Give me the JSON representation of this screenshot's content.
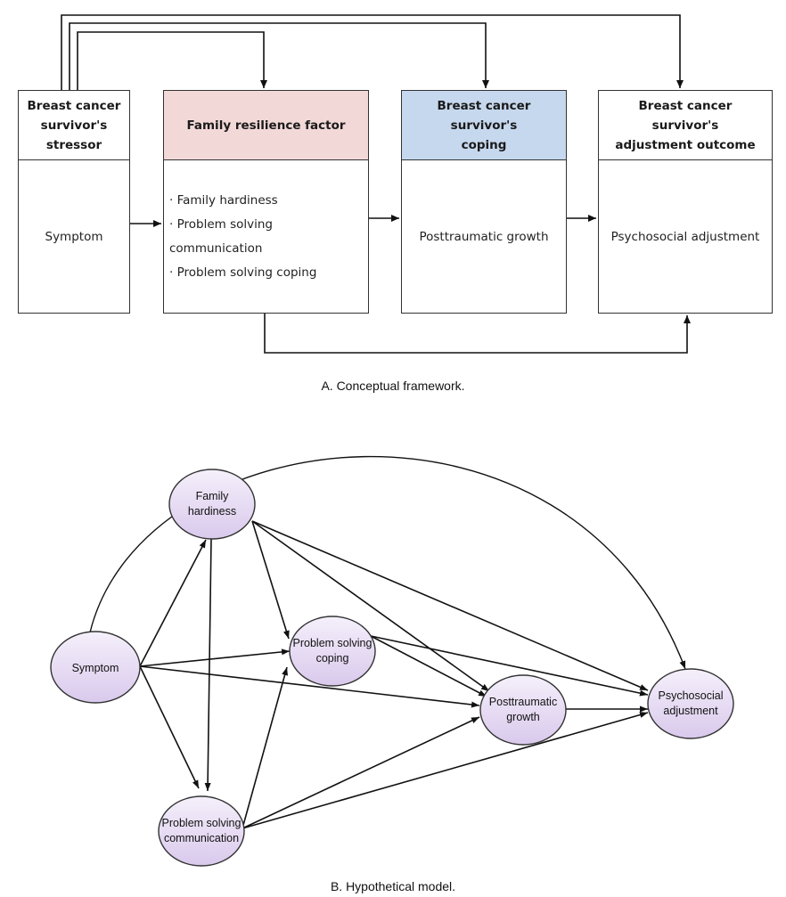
{
  "framework": {
    "stressor": {
      "header": "Breast cancer\nsurvivor's\nstressor",
      "body": "Symptom"
    },
    "resilience": {
      "header": "Family resilience factor",
      "items": [
        "· Family hardiness",
        "· Problem solving communication",
        "· Problem solving coping"
      ]
    },
    "coping": {
      "header": "Breast cancer survivor's\ncoping",
      "body": "Posttraumatic growth"
    },
    "outcome": {
      "header": "Breast cancer\nsurvivor's\nadjustment outcome",
      "body": "Psychosocial adjustment"
    },
    "caption": "A. Conceptual framework.",
    "colors": {
      "resilience_header": "#f2d9d8",
      "coping_header": "#c6d8ee",
      "border": "#333333"
    }
  },
  "model": {
    "nodes": {
      "symptom": "Symptom",
      "family_hardiness": [
        "Family",
        "hardiness"
      ],
      "ps_coping": [
        "Problem solving",
        "coping"
      ],
      "ps_communication": [
        "Problem solving",
        "communication"
      ],
      "ptg": [
        "Posttraumatic",
        "growth"
      ],
      "psychosocial": [
        "Psychosocial",
        "adjustment"
      ]
    },
    "caption": "B. Hypothetical model.",
    "colors": {
      "node_fill_top": "#f5f0fb",
      "node_fill_bottom": "#d9c9ec",
      "edge": "#111111"
    }
  }
}
